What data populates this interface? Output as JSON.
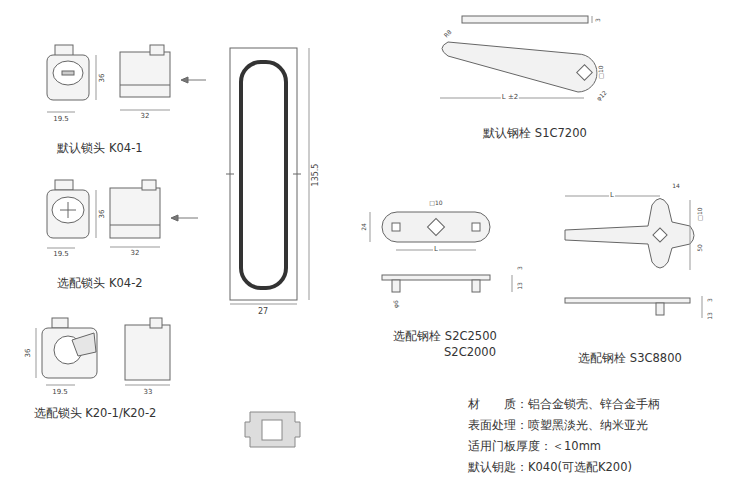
{
  "diagram": {
    "labels": [
      "36",
      "19.5",
      "32",
      "默认锁头 K04-1",
      "36",
      "19.5",
      "32",
      "选配锁头 K04-2",
      "36",
      "19.5",
      "33",
      "选配锁头 K20-1/K20-2",
      "135.5",
      "27",
      "3",
      "R8",
      "□10",
      "φ12",
      "L ±2",
      "默认钢栓 S1C7200",
      "□10",
      "24",
      "L",
      "3",
      "13",
      "φ6",
      "选配钢栓 S2C2500",
      "S2C2000",
      "L",
      "14",
      "□10",
      "50",
      "3",
      "13",
      "选配钢栓 S3C8800",
      "材　　质：铝合金锁壳、锌合金手柄",
      "表面处理：喷塑黑淡光、纳米亚光",
      "适用门板厚度：＜10mm",
      "默认钥匙：K040(可选配K200)"
    ]
  }
}
